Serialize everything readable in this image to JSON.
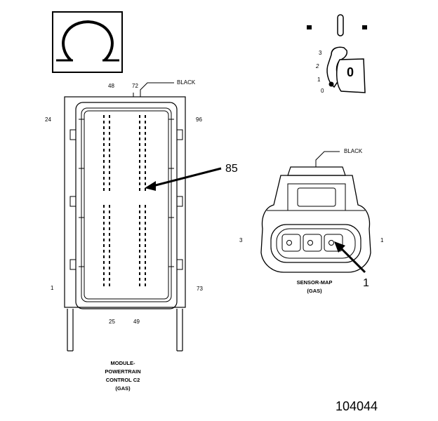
{
  "ecm_connector": {
    "pin_48": "48",
    "pin_72": "72",
    "pin_24": "24",
    "pin_96": "96",
    "pin_1": "1",
    "pin_73": "73",
    "pin_25": "25",
    "pin_49": "49",
    "color": "BLACK",
    "callout": "85",
    "caption": [
      "MODULE-",
      "POWERTRAIN",
      "CONTROL C2",
      "(GAS)"
    ]
  },
  "map_connector": {
    "color": "BLACK",
    "left_pin": "3",
    "right_pin": "1",
    "callout": "1",
    "caption": [
      "SENSOR-MAP",
      "(GAS)"
    ]
  },
  "ignition_key": {
    "positions": [
      "3",
      "2",
      "1",
      "0"
    ],
    "key_label": "0"
  },
  "symbols": {
    "ohm_icon": "ohmmeter-symbol",
    "key_icon": "ignition-switch-key"
  },
  "figure_number": "104044"
}
